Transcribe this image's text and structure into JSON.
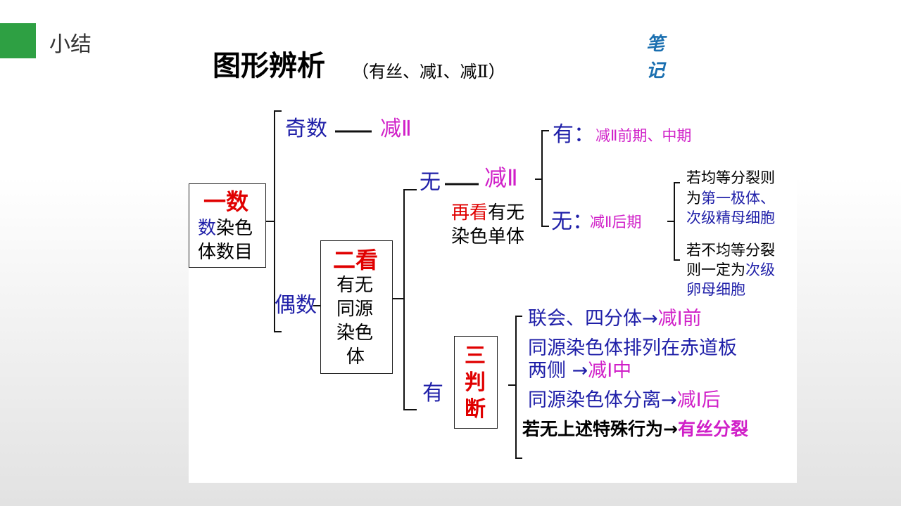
{
  "slide": {
    "title": "小结"
  },
  "header": {
    "main": "图形辨析",
    "sub": "（有丝、减Ⅰ、减Ⅱ）",
    "note_1": "笔",
    "note_2": "记"
  },
  "box1": {
    "title": "一数",
    "line1_a": "数",
    "line1_b": "染色",
    "line2": "体数目"
  },
  "odd": {
    "label": "奇数",
    "dash": "——",
    "result": "减Ⅱ"
  },
  "even": {
    "label": "偶数"
  },
  "box2": {
    "title": "二看",
    "l1": "有无",
    "l2": "同源",
    "l3": "染色",
    "l4": "体"
  },
  "none": {
    "label": "无",
    "result": "减Ⅱ",
    "recheck_a": "再看",
    "recheck_b": "有无",
    "recheck_c": "染色单体"
  },
  "has_mono": {
    "label": "有：",
    "result": "减Ⅱ前期、中期"
  },
  "no_mono": {
    "label": "无：",
    "result": "减Ⅱ后期"
  },
  "even_div": {
    "l1": "若均等分裂则",
    "l2_a": "为",
    "l2_b": "第一极体、",
    "l3": "次级精母细胞"
  },
  "uneven_div": {
    "l1": "若不均等分裂",
    "l2_a": "则一定为",
    "l2_b": "次级",
    "l3": "卵母细胞"
  },
  "yes": {
    "label": "有"
  },
  "box3": {
    "c1": "三",
    "c2": "判",
    "c3": "断"
  },
  "judge": {
    "r1_a": "联会、四分体→",
    "r1_b": "减Ⅰ前",
    "r2": "同源染色体排列在赤道板",
    "r3_a": "两侧 →",
    "r3_b": "减Ⅰ中",
    "r4_a": "同源染色体分离→",
    "r4_b": "减Ⅰ后",
    "r5_a": "若无上述特殊行为→",
    "r5_b": "有丝分裂"
  }
}
